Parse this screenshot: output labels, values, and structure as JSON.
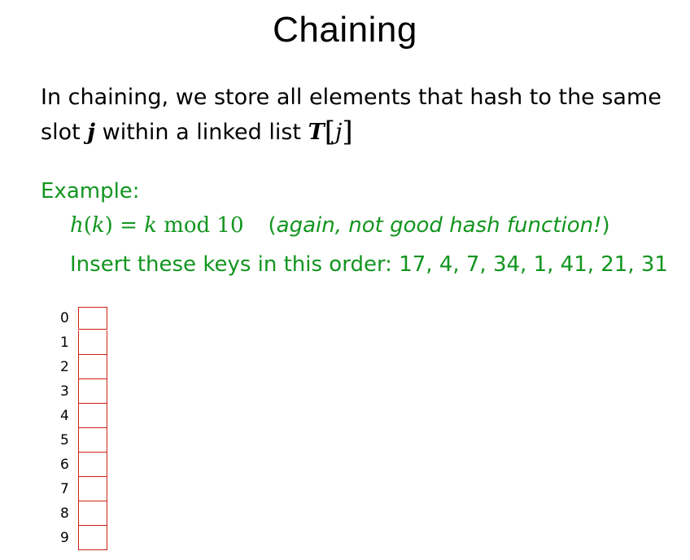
{
  "slide": {
    "title": "Chaining",
    "intro": {
      "line1": "In chaining, we store all elements that hash to the same",
      "line2_prefix": "slot ",
      "line2_var": "j",
      "line2_middle": " within a linked list ",
      "line2_T": "T",
      "line2_bracket_open": "[",
      "line2_bracket_var": "j",
      "line2_bracket_close": "]"
    },
    "example": {
      "label": "Example:",
      "formula": {
        "h": "h",
        "paren_open": "(",
        "k1": "k",
        "paren_close": ")",
        "equals": " = ",
        "k2": "k",
        "rest": " mod 10"
      },
      "note": {
        "open": "(",
        "text": "again, not good hash function!",
        "close": ")"
      },
      "keys_line": "Insert these keys in this order: 17, 4, 7, 34, 1, 41, 21, 31"
    },
    "table": {
      "indices": [
        "0",
        "1",
        "2",
        "3",
        "4",
        "5",
        "6",
        "7",
        "8",
        "9"
      ]
    }
  },
  "colors": {
    "text": "#000000",
    "example_green": "#12951f",
    "slot_border_red": "#d21f12"
  }
}
